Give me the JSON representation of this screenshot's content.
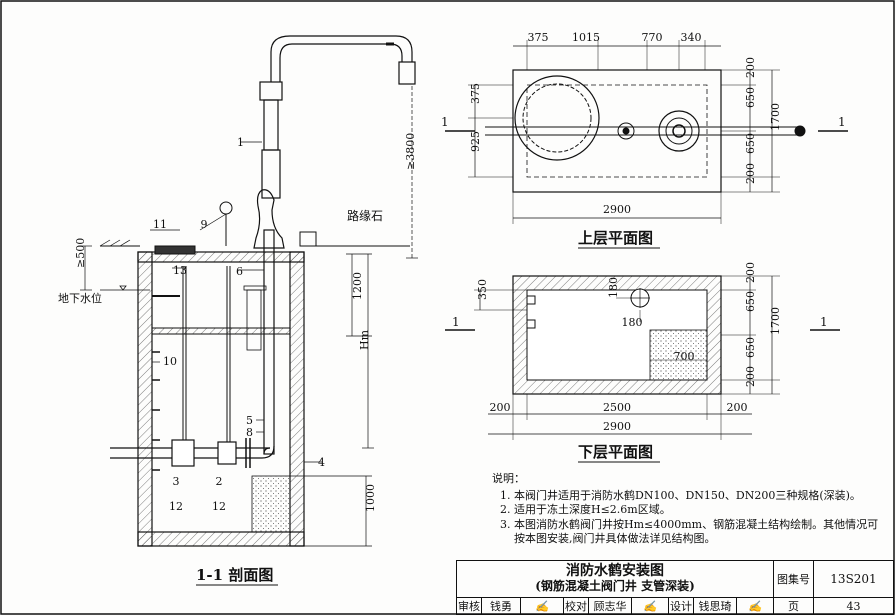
{
  "section_view": {
    "title": "1-1 剖面图",
    "labels": {
      "curb_stone": "路缘石",
      "groundwater": "地下水位",
      "height": "Hm",
      "frost_min": "≥500",
      "crane_height": "≥3800"
    },
    "dims": {
      "upper_chamber": "1200",
      "lower_depth": "1000"
    },
    "callouts": [
      "1",
      "2",
      "3",
      "4",
      "5",
      "6",
      "8",
      "9",
      "10",
      "11",
      "12",
      "12",
      "13"
    ]
  },
  "upper_plan": {
    "title": "上层平面图",
    "dims_top": [
      "375",
      "1015",
      "770",
      "340"
    ],
    "dims_left": [
      "375",
      "925"
    ],
    "dims_right": [
      "200",
      "650",
      "650",
      "200",
      "1700"
    ],
    "dim_width": "2900",
    "section_mark": "1"
  },
  "lower_plan": {
    "title": "下层平面图",
    "dims_left": [
      "350"
    ],
    "dims_inner": [
      "180",
      "180",
      "700"
    ],
    "dims_right": [
      "200",
      "650",
      "650",
      "200",
      "1700"
    ],
    "dims_bottom": [
      "200",
      "2500",
      "200"
    ],
    "dim_width": "2900",
    "section_mark": "1"
  },
  "notes": {
    "heading": "说明：",
    "items": [
      "本阀门井适用于消防水鹤DN100、DN150、DN200三种规格(深装)。",
      "适用于冻土深度H≤2.6m区域。",
      "本图消防水鹤阀门井按Hm≤4000mm、钢筋混凝土结构绘制。其他情况可按本图安装,阀门井具体做法详见结构图。"
    ]
  },
  "title_block": {
    "title": "消防水鹤安装图",
    "subtitle": "(钢筋混凝土阀门井  支管深装)",
    "atlas_label": "图集号",
    "atlas_no": "13S201",
    "page_label": "页",
    "page_no": "43",
    "review_label": "审核",
    "reviewer": "钱勇",
    "check_label": "校对",
    "checker": "顾志华",
    "design_label": "设计",
    "designer": "钱思琦"
  }
}
